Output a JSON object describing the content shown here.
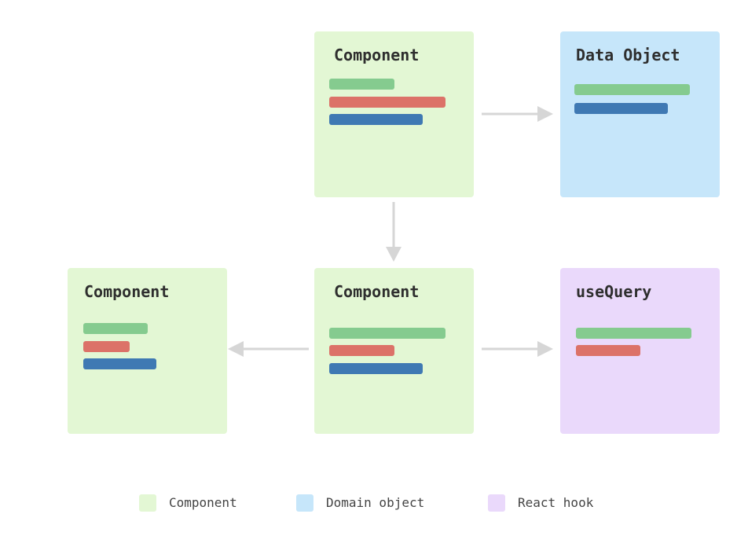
{
  "colors": {
    "component_bg": "#e3f7d4",
    "domain_bg": "#c6e6fa",
    "hook_bg": "#ead9fb",
    "bar_green": "#85cb8f",
    "bar_red": "#dc7268",
    "bar_blue": "#3f79b3",
    "arrow": "#d6d6d6"
  },
  "nodes": {
    "top_component": {
      "title": "Component"
    },
    "data_object": {
      "title": "Data Object"
    },
    "left_component": {
      "title": "Component"
    },
    "center_component": {
      "title": "Component"
    },
    "use_query": {
      "title": "useQuery"
    }
  },
  "legend": {
    "component": "Component",
    "domain_object": "Domain object",
    "react_hook": "React hook"
  }
}
